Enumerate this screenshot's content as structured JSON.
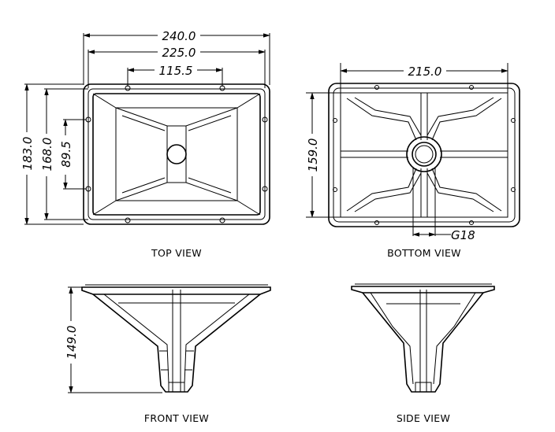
{
  "views": {
    "top": {
      "caption": "TOP VIEW",
      "dims": {
        "width_outer": "240.0",
        "width_mid": "225.0",
        "width_inner": "115.5",
        "height_outer": "183.0",
        "height_mid": "168.0",
        "height_inner": "89.5"
      }
    },
    "bottom": {
      "caption": "BOTTOM VIEW",
      "dims": {
        "width": "215.0",
        "height": "159.0",
        "thread": "G18"
      }
    },
    "front": {
      "caption": "FRONT VIEW",
      "dims": {
        "height": "149.0"
      }
    },
    "side": {
      "caption": "SIDE VIEW"
    }
  }
}
